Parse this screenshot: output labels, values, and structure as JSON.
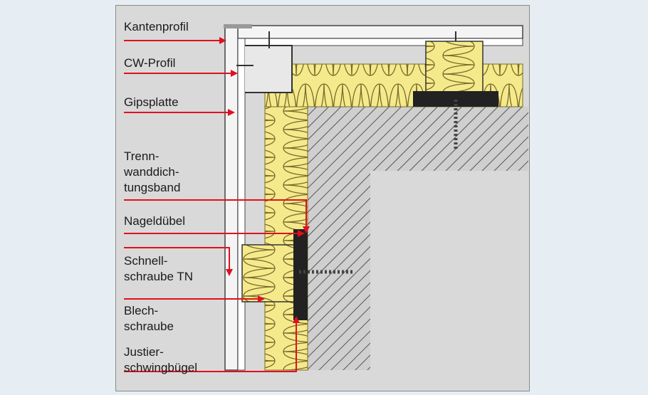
{
  "labels": {
    "kantenprofil": "Kantenprofil",
    "cw_profil": "CW-Profil",
    "gipsplatte": "Gipsplatte",
    "trennwand": "Trenn-\nwanddich-\ntungsband",
    "nageldubel": "Nageldübel",
    "schnellschraube": "Schnell-\nschraube TN",
    "blechschraube": "Blech-\nschraube",
    "justier": "Justier-\nschwingbügel"
  },
  "colors": {
    "background": "#e6eef3",
    "panel": "#d9d9d9",
    "insulation": "#f4ea8c",
    "arrow": "#e0101e",
    "wall_hatch": "#555555"
  }
}
